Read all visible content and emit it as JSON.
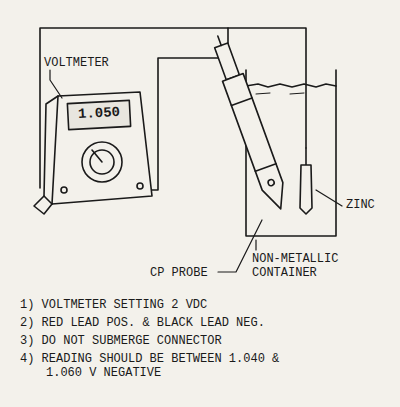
{
  "diagram": {
    "labels": [
      "VOLTMETER",
      "1.050",
      "ZINC",
      "NON-METALLIC CONTAINER",
      "CP PROBE",
      "1) VOLTMETER SETTING 2 VDC",
      "2) RED LEAD POS. & BLACK LEAD NEG.",
      "3) DO NOT SUBMERGE CONNECTOR",
      "4) READING SHOULD BE BETWEEN 1.040 & 1.060 V NEGATIVE"
    ]
  }
}
